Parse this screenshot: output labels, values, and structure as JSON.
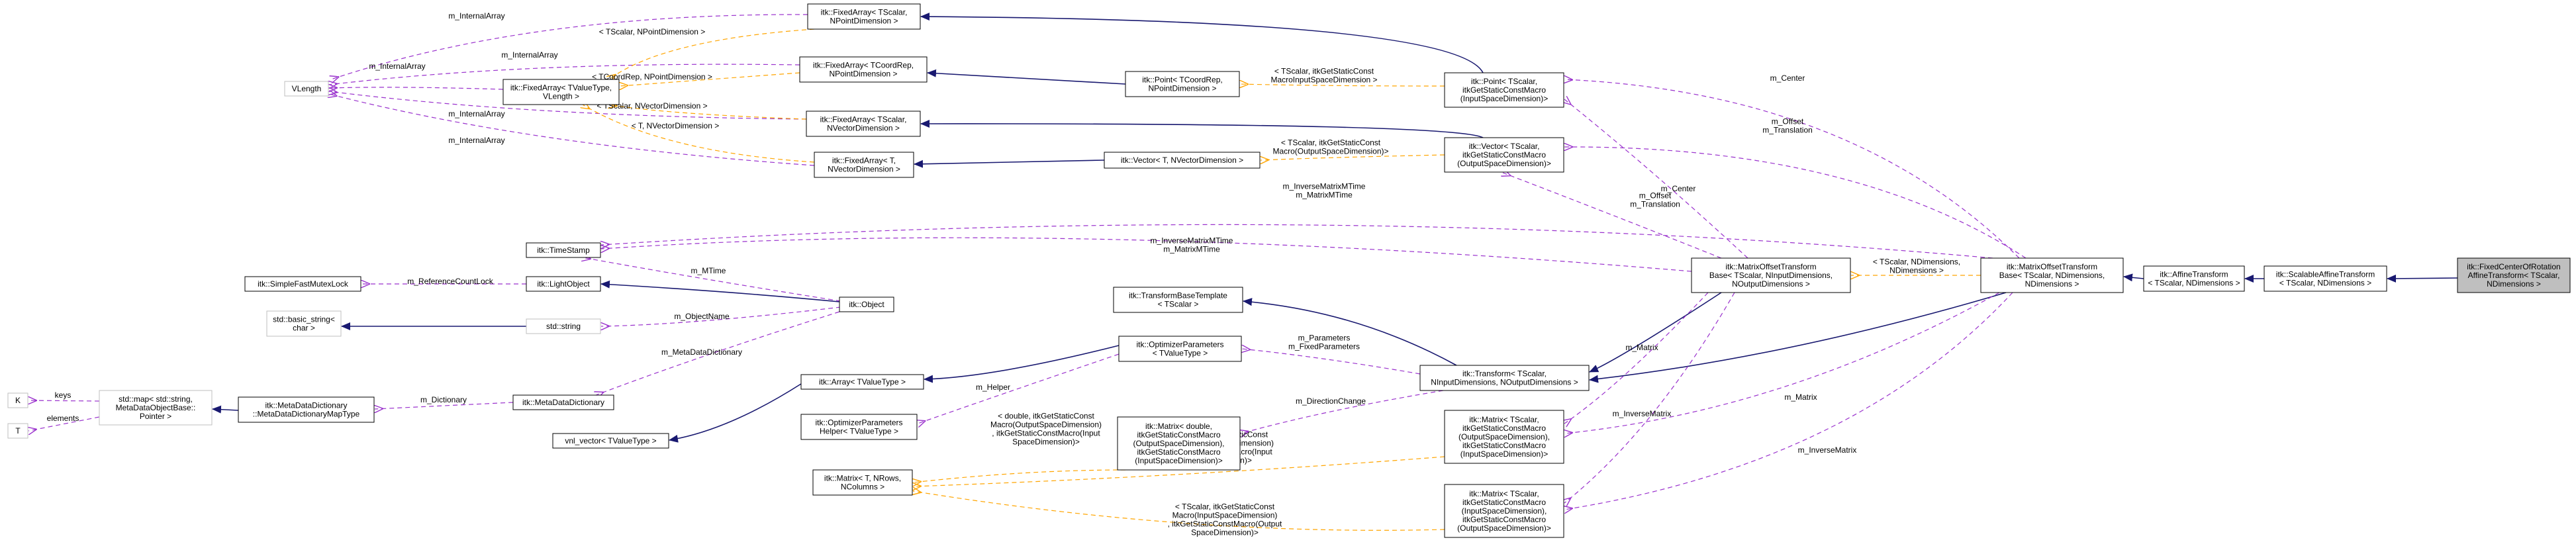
{
  "colors": {
    "inheritance": "#191970",
    "member": "#9a32cd",
    "template": "#ffa500",
    "focus_fill": "#bfbfbf"
  },
  "nodes": {
    "vlength": [
      "VLength"
    ],
    "fa_tscalar_npd": [
      "itk::FixedArray< TScalar,",
      "NPointDimension >"
    ],
    "fa_tcoordrep": [
      "itk::FixedArray< TCoordRep,",
      "NPointDimension >"
    ],
    "fa_tvaluetype": [
      "itk::FixedArray< TValueType,",
      "VLength >"
    ],
    "fa_tscalar_nvd": [
      "itk::FixedArray< TScalar,",
      "NVectorDimension >"
    ],
    "fa_t_nvd": [
      "itk::FixedArray< T,",
      "NVectorDimension >"
    ],
    "point_tcoordrep": [
      "itk::Point< TCoordRep,",
      "NPointDimension >"
    ],
    "vector_t": [
      "itk::Vector< T, NVectorDimension >"
    ],
    "point_tscalar": [
      "itk::Point< TScalar,",
      "itkGetStaticConstMacro",
      "(InputSpaceDimension)>"
    ],
    "vector_tscalar": [
      "itk::Vector< TScalar,",
      "itkGetStaticConstMacro",
      "(OutputSpaceDimension)>"
    ],
    "timestamp": [
      "itk::TimeStamp"
    ],
    "simplefastmutexlock": [
      "itk::SimpleFastMutexLock"
    ],
    "lightobject": [
      "itk::LightObject"
    ],
    "std_basic_string": [
      "std::basic_string<",
      "char >"
    ],
    "std_string": [
      "std::string"
    ],
    "object": [
      "itk::Object"
    ],
    "k": [
      "K"
    ],
    "t": [
      "T"
    ],
    "std_map": [
      "std::map< std::string,",
      "MetaDataObjectBase::",
      "Pointer >"
    ],
    "mdd_map": [
      "itk::MetaDataDictionary",
      "::MetaDataDictionaryMapType"
    ],
    "mdd": [
      "itk::MetaDataDictionary"
    ],
    "array": [
      "itk::Array< TValueType >"
    ],
    "vnl_vector": [
      "vnl_vector< TValueType >"
    ],
    "transformbasetemplate": [
      "itk::TransformBaseTemplate",
      "< TScalar >"
    ],
    "optimizerparameters": [
      "itk::OptimizerParameters",
      "< TValueType >"
    ],
    "optparamshelper": [
      "itk::OptimizerParameters",
      "Helper< TValueType >"
    ],
    "matrix_double": [
      "itk::Matrix< double,",
      "itkGetStaticConstMacro",
      "(OutputSpaceDimension),",
      "itkGetStaticConstMacro",
      "(InputSpaceDimension)>"
    ],
    "matrix_t_nrows": [
      "itk::Matrix< T, NRows,",
      "NColumns >"
    ],
    "transform": [
      "itk::Transform< TScalar,",
      "NInputDimensions, NOutputDimensions >"
    ],
    "matrix_tscalar_out_in": [
      "itk::Matrix< TScalar,",
      "itkGetStaticConstMacro",
      "(OutputSpaceDimension),",
      "itkGetStaticConstMacro",
      "(InputSpaceDimension)>"
    ],
    "matrix_tscalar_in_out": [
      "itk::Matrix< TScalar,",
      "itkGetStaticConstMacro",
      "(InputSpaceDimension),",
      "itkGetStaticConstMacro",
      "(OutputSpaceDimension)>"
    ],
    "motb_n": [
      "itk::MatrixOffsetTransform",
      "Base< TScalar, NInputDimensions,",
      "NOutputDimensions >"
    ],
    "motb_nd": [
      "itk::MatrixOffsetTransform",
      "Base< TScalar, NDimensions,",
      "NDimensions >"
    ],
    "affine": [
      "itk::AffineTransform",
      "< TScalar, NDimensions >"
    ],
    "scalable_affine": [
      "itk::ScalableAffineTransform",
      "< TScalar, NDimensions >"
    ],
    "fixed_center": [
      "itk::FixedCenterOfRotation",
      "AffineTransform< TScalar,",
      "NDimensions >"
    ]
  },
  "edge_labels": {
    "internal_array_1": [
      "m_InternalArray"
    ],
    "internal_array_2": [
      "m_InternalArray"
    ],
    "internal_array_3": [
      "m_InternalArray"
    ],
    "internal_array_4": [
      "m_InternalArray"
    ],
    "internal_array_5": [
      "m_InternalArray"
    ],
    "internal_array_6": [
      "m_InternalArray"
    ],
    "tpl_tscalar_npd": [
      "< TScalar, NPointDimension >"
    ],
    "tpl_tcoordrep_npd": [
      "< TCoordRep, NPointDimension >"
    ],
    "tpl_tscalar_nvd": [
      "< TScalar, NVectorDimension >"
    ],
    "tpl_t_nvd": [
      "< T, NVectorDimension >"
    ],
    "tpl_point_input": [
      "< TScalar, itkGetStaticConst",
      "MacroInputSpaceDimension >"
    ],
    "tpl_vector_output": [
      "< TScalar, itkGetStaticConst",
      "Macro(OutputSpaceDimension)>"
    ],
    "m_center_1": [
      "m_Center"
    ],
    "m_offset_translation_1": [
      "m_Offset",
      "m_Translation"
    ],
    "m_inverse_matrix_mtime_1": [
      "m_InverseMatrixMTime",
      "m_MatrixMTime"
    ],
    "m_center_2": [
      "m_Center"
    ],
    "m_offset_translation_2": [
      "m_Offset",
      "m_Translation"
    ],
    "m_inverse_matrix_mtime_2": [
      "m_InverseMatrixMTime",
      "m_MatrixMTime"
    ],
    "m_mtime": [
      "m_MTime"
    ],
    "m_reference_count_lock": [
      "m_ReferenceCountLock"
    ],
    "m_object_name": [
      "m_ObjectName"
    ],
    "m_meta_data_dictionary": [
      "m_MetaDataDictionary"
    ],
    "keys": [
      "keys"
    ],
    "elements": [
      "elements"
    ],
    "m_dictionary": [
      "m_Dictionary"
    ],
    "m_parameters": [
      "m_Parameters",
      "m_FixedParameters"
    ],
    "m_helper": [
      "m_Helper"
    ],
    "m_direction_change": [
      "m_DirectionChange"
    ],
    "tpl_tscalar_ndims": [
      "< TScalar, NDimensions,",
      "NDimensions >"
    ],
    "m_matrix_1": [
      "m_Matrix"
    ],
    "m_inverse_matrix_1": [
      "m_InverseMatrix"
    ],
    "m_matrix_2": [
      "m_Matrix"
    ],
    "m_inverse_matrix_2": [
      "m_InverseMatrix"
    ],
    "tpl_matrix_double": [
      "< double, itkGetStaticConst",
      "Macro(OutputSpaceDimension)",
      ", itkGetStaticConstMacro(Input",
      "SpaceDimension)>"
    ],
    "tpl_matrix_out_in": [
      "< TScalar, itkGetStaticConst",
      "Macro(OutputSpaceDimension)",
      ", itkGetStaticConstMacro(Input",
      "SpaceDimension)>"
    ],
    "tpl_matrix_in_out": [
      "< TScalar, itkGetStaticConst",
      "Macro(InputSpaceDimension)",
      ", itkGetStaticConstMacro(Output",
      "SpaceDimension)>"
    ]
  }
}
